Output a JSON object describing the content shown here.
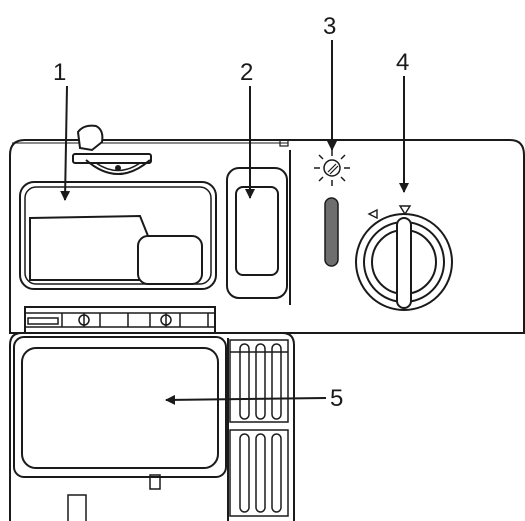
{
  "callouts": {
    "c1": "1",
    "c2": "2",
    "c3": "3",
    "c4": "4",
    "c5": "5"
  },
  "colors": {
    "line": "#1a1a1a",
    "indicator": "#6e6e6e",
    "background": "#ffffff"
  }
}
